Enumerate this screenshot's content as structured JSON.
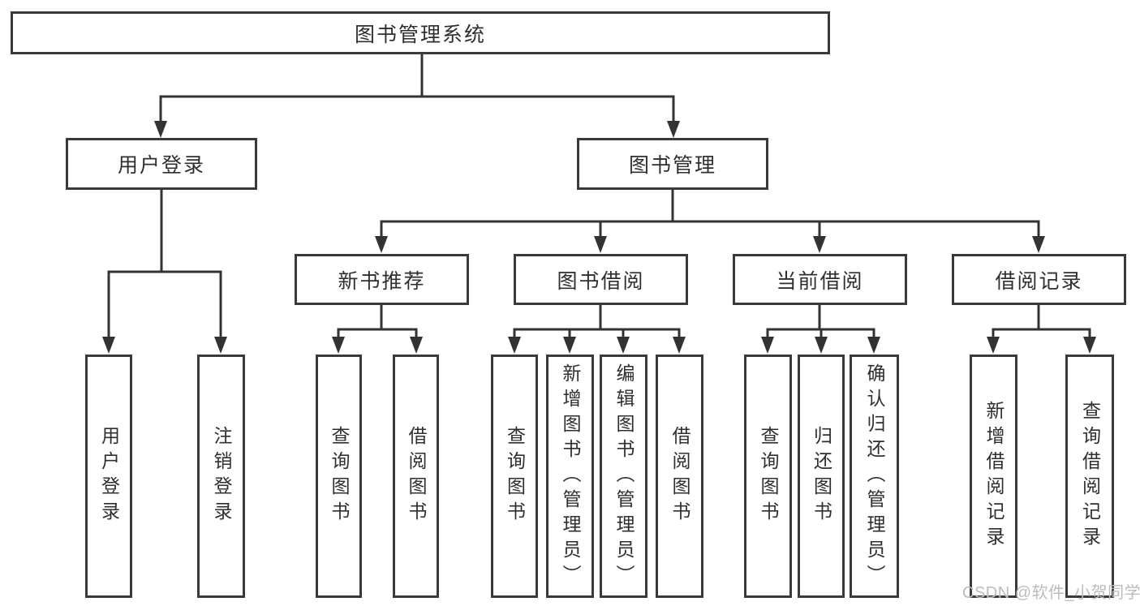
{
  "nodes": {
    "root": "图书管理系统",
    "user_login": "用户登录",
    "book_management": "图书管理",
    "new_book_recommend": "新书推荐",
    "book_borrowing": "图书借阅",
    "current_borrowing": "当前借阅",
    "borrowing_records": "借阅记录",
    "leaf_user_login": "用户登录",
    "leaf_logout": "注销登录",
    "leaf_nb_query": "查询图书",
    "leaf_nb_borrow": "借阅图书",
    "leaf_bb_query": "查询图书",
    "leaf_bb_add": "新增图书（管理员）",
    "leaf_bb_edit": "编辑图书（管理员）",
    "leaf_bb_borrow": "借阅图书",
    "leaf_cb_query": "查询图书",
    "leaf_cb_return": "归还图书",
    "leaf_cb_confirm": "确认归还（管理员）",
    "leaf_br_add": "新增借阅记录",
    "leaf_br_query": "查询借阅记录"
  },
  "watermark": {
    "text": "CSDN @软件_小贺同学",
    "color": "#bcbcbc"
  },
  "colors": {
    "background": "#ffffff",
    "line": "#333333",
    "border": "#3a3a3a",
    "text": "#2f2f2f"
  }
}
